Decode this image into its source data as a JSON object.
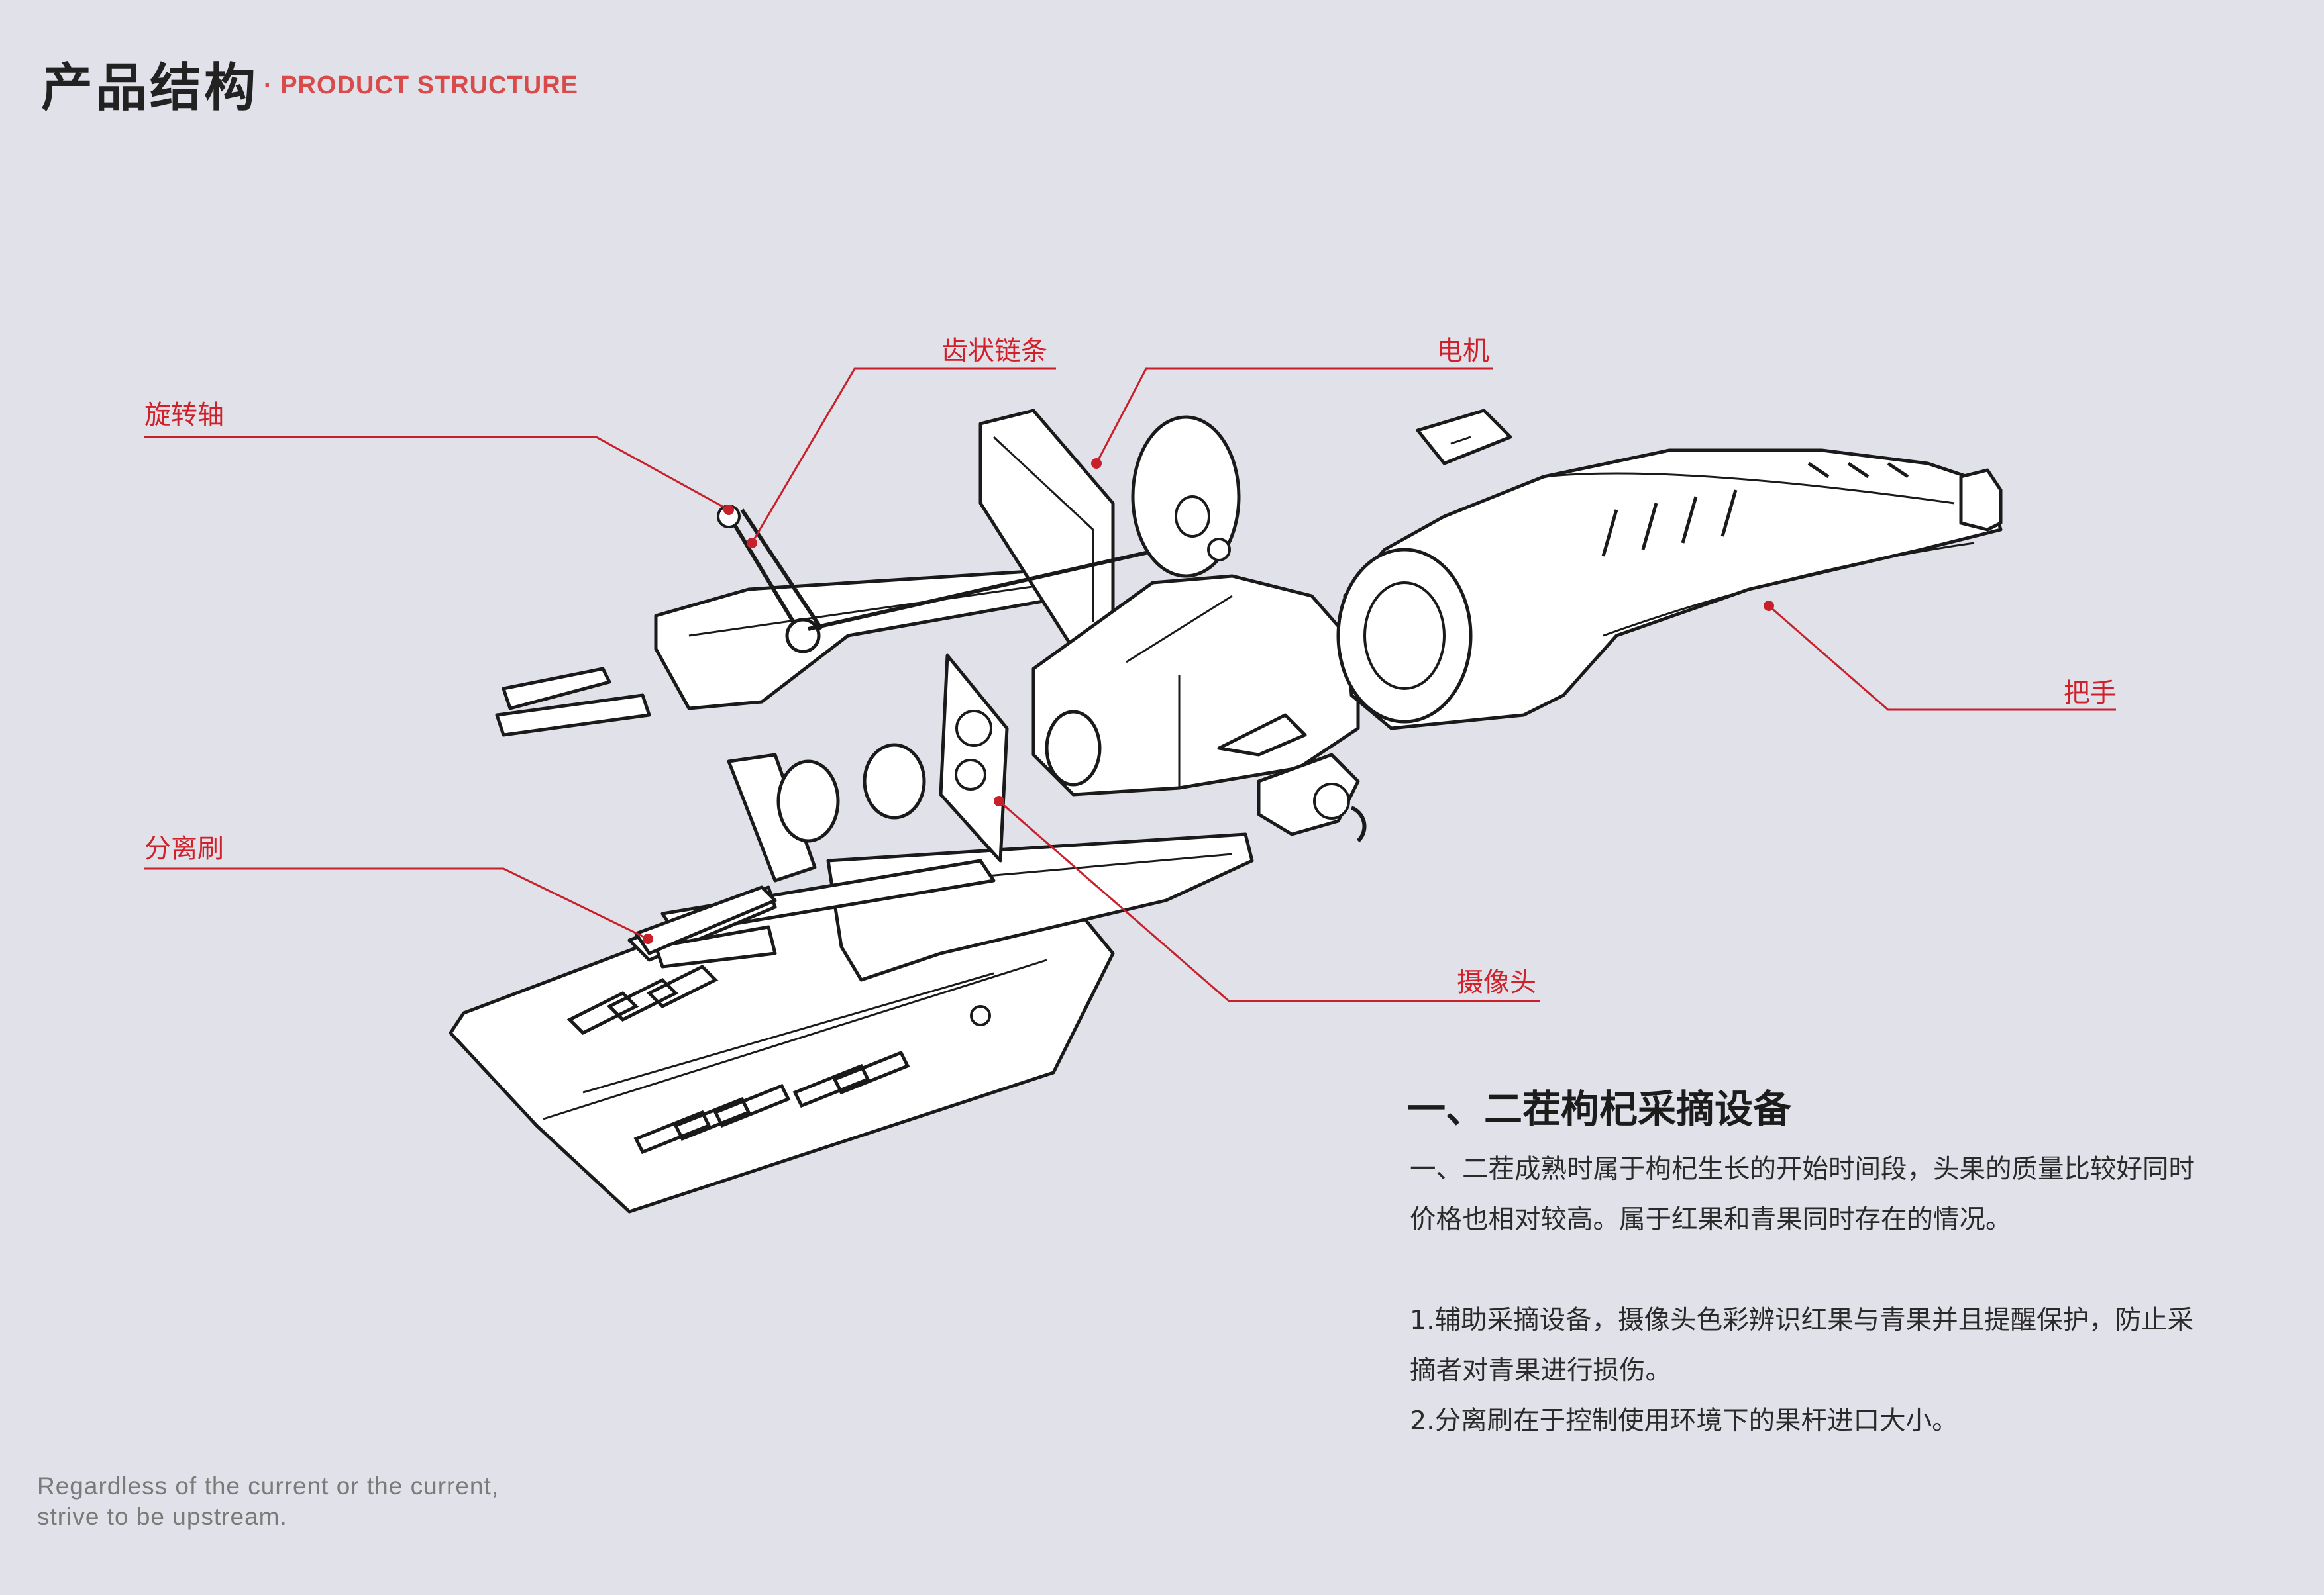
{
  "header": {
    "title_cn": "产品结构",
    "title_en": "· PRODUCT STRUCTURE"
  },
  "labels": {
    "rotating_shaft": "旋转轴",
    "toothed_chain": "齿状链条",
    "motor": "电机",
    "handle": "把手",
    "separation_brush": "分离刷",
    "camera": "摄像头"
  },
  "section": {
    "title": "一、二茬枸杞采摘设备",
    "intro_line1": "一、二茬成熟时属于枸杞生长的开始时间段，头果的质量比较好同时",
    "intro_line2": "价格也相对较高。属于红果和青果同时存在的情况。",
    "point1_line1": "1.辅助采摘设备，摄像头色彩辨识红果与青果并且提醒保护，防止采",
    "point1_line2": "摘者对青果进行损伤。",
    "point2": "2.分离刷在于控制使用环境下的果杆进口大小。"
  },
  "footer": {
    "slogan_line1": "Regardless of the current or the current,",
    "slogan_line2": "strive to be upstream."
  },
  "colors": {
    "background": "#e1e1e9",
    "accent_red": "#d0202a",
    "title_en": "#d94b4b"
  }
}
